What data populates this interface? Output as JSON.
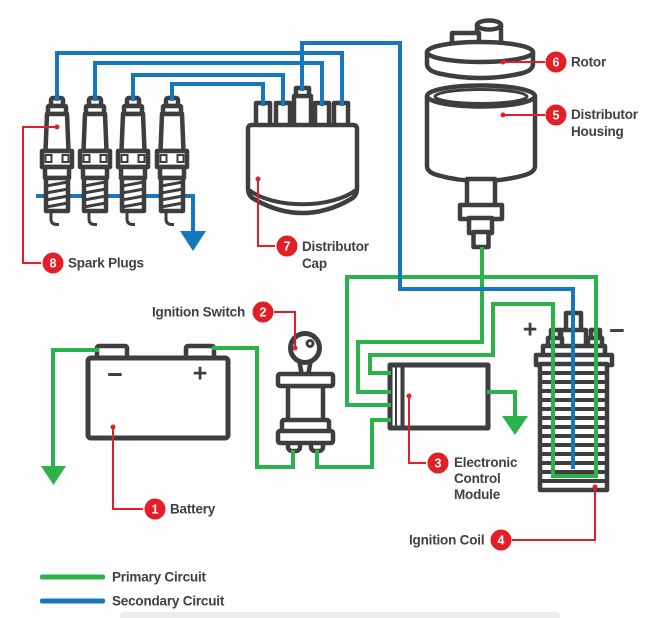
{
  "colors": {
    "primary": "#2BB24B",
    "secondary": "#1777BE",
    "label": "#E41E26",
    "component": "#3E3E40",
    "text": "#414042",
    "bg": "#FDFDFD"
  },
  "labels": {
    "battery": {
      "num": "1",
      "text": "Battery"
    },
    "ignition_switch": {
      "num": "2",
      "text": "Ignition Switch"
    },
    "ecm": {
      "num": "3",
      "lines": [
        "Electronic",
        "Control",
        "Module"
      ]
    },
    "ignition_coil": {
      "num": "4",
      "text": "Ignition Coil"
    },
    "distributor_housing": {
      "num": "5",
      "lines": [
        "Distributor",
        "Housing"
      ]
    },
    "rotor": {
      "num": "6",
      "text": "Rotor"
    },
    "distributor_cap": {
      "num": "7",
      "lines": [
        "Distributor",
        "Cap"
      ]
    },
    "spark_plugs": {
      "num": "8",
      "text": "Spark Plugs"
    }
  },
  "symbols": {
    "battery_minus": "−",
    "battery_plus": "+",
    "coil_plus": "+",
    "coil_minus": "−"
  },
  "legend": {
    "primary_label": "Primary Circuit",
    "secondary_label": "Secondary Circuit"
  }
}
